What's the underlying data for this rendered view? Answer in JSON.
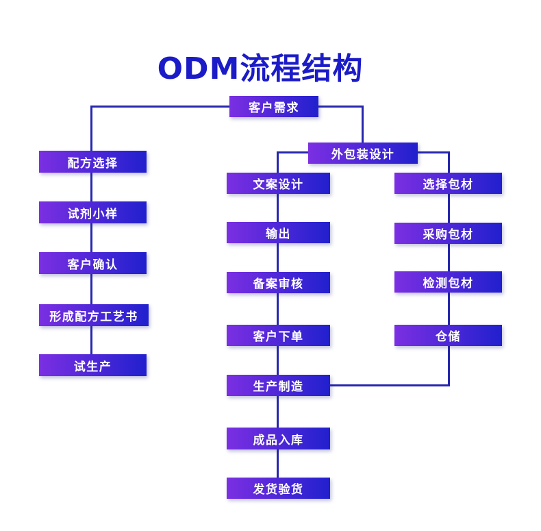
{
  "title": "ODM流程结构",
  "colors": {
    "background": "#ffffff",
    "title_text": "#1b1bc8",
    "connector_line": "#2626ae",
    "box_gradient_left": "#7b2fe2",
    "box_gradient_right": "#2120ce",
    "box_text": "#ffffff"
  },
  "nodes": {
    "customer_demand": {
      "label": "客户需求"
    },
    "packaging_design": {
      "label": "外包装设计"
    },
    "formula_selection": {
      "label": "配方选择"
    },
    "reagent_sample": {
      "label": "试剂小样"
    },
    "customer_confirmation": {
      "label": "客户确认"
    },
    "formula_process_book": {
      "label": "形成配方工艺书"
    },
    "trial_production": {
      "label": "试生产"
    },
    "copy_design": {
      "label": "文案设计"
    },
    "output": {
      "label": "输出"
    },
    "filing_review": {
      "label": "备案审核"
    },
    "customer_order": {
      "label": "客户下单"
    },
    "production": {
      "label": "生产制造"
    },
    "finished_warehousing": {
      "label": "成品入库"
    },
    "shipping_inspection": {
      "label": "发货验货"
    },
    "material_selection": {
      "label": "选择包材"
    },
    "material_purchase": {
      "label": "采购包材"
    },
    "material_inspection": {
      "label": "检测包材"
    },
    "warehousing": {
      "label": "仓储"
    }
  },
  "edges": [
    {
      "from": "客户需求",
      "to": "配方选择"
    },
    {
      "from": "客户需求",
      "to": "外包装设计"
    },
    {
      "from": "配方选择",
      "to": "试剂小样"
    },
    {
      "from": "试剂小样",
      "to": "客户确认"
    },
    {
      "from": "客户确认",
      "to": "形成配方工艺书"
    },
    {
      "from": "形成配方工艺书",
      "to": "试生产"
    },
    {
      "from": "外包装设计",
      "to": "文案设计"
    },
    {
      "from": "外包装设计",
      "to": "选择包材"
    },
    {
      "from": "文案设计",
      "to": "输出"
    },
    {
      "from": "输出",
      "to": "备案审核"
    },
    {
      "from": "备案审核",
      "to": "客户下单"
    },
    {
      "from": "客户下单",
      "to": "生产制造"
    },
    {
      "from": "生产制造",
      "to": "成品入库"
    },
    {
      "from": "成品入库",
      "to": "发货验货"
    },
    {
      "from": "选择包材",
      "to": "采购包材"
    },
    {
      "from": "采购包材",
      "to": "检测包材"
    },
    {
      "from": "检测包材",
      "to": "仓储"
    },
    {
      "from": "仓储",
      "to": "生产制造"
    }
  ]
}
